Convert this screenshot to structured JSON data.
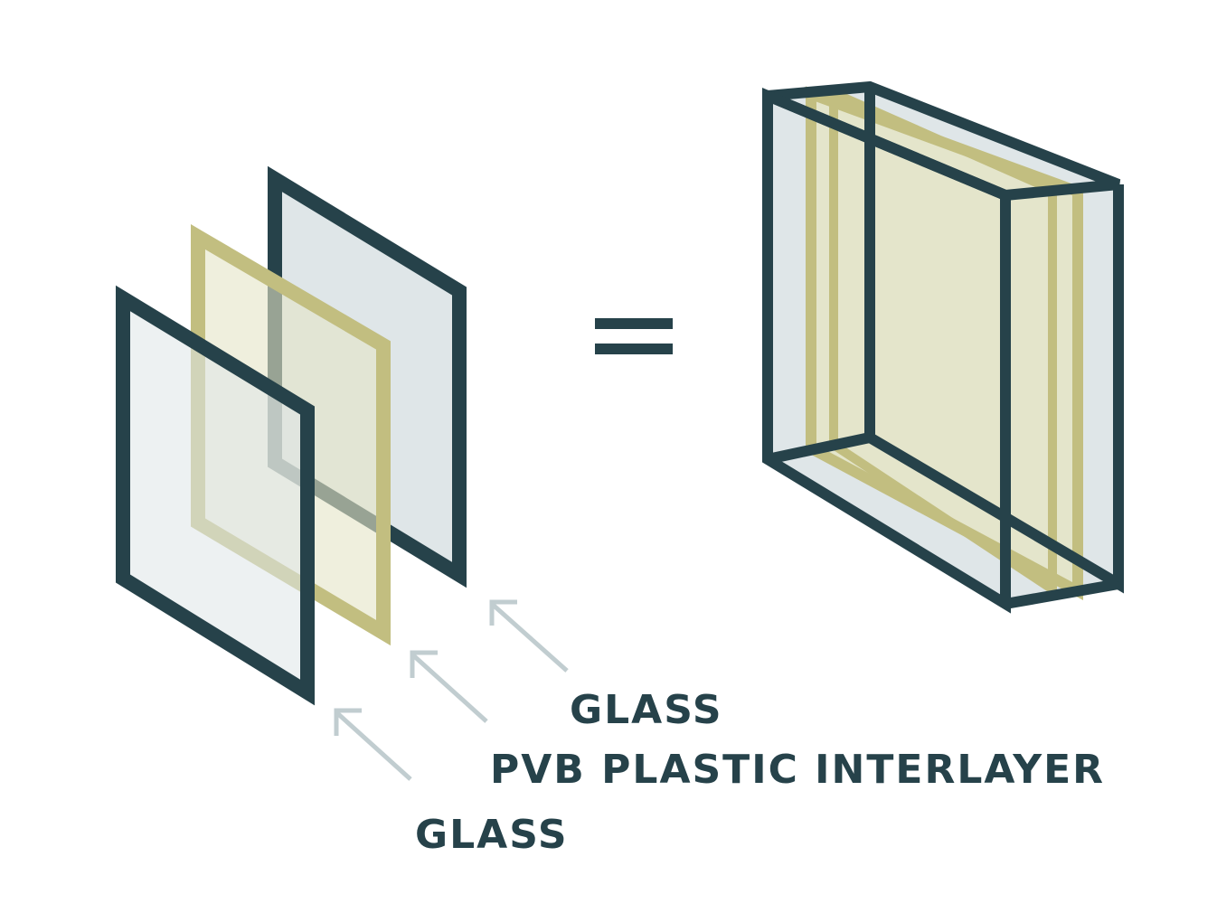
{
  "labels": {
    "glass_back": "GLASS",
    "pvb_interlayer": "PVB PLASTIC INTERLAYER",
    "glass_front": "GLASS"
  },
  "colors": {
    "glass_frame": "#26424a",
    "glass_fill": "#dfe6e8",
    "pvb_frame": "#c2be80",
    "pvb_fill": "#e5e4c6",
    "arrow": "#c1cdd0",
    "label_text": "#26424a",
    "background": "#ffffff"
  },
  "icons": {
    "equals": "equals-sign"
  }
}
